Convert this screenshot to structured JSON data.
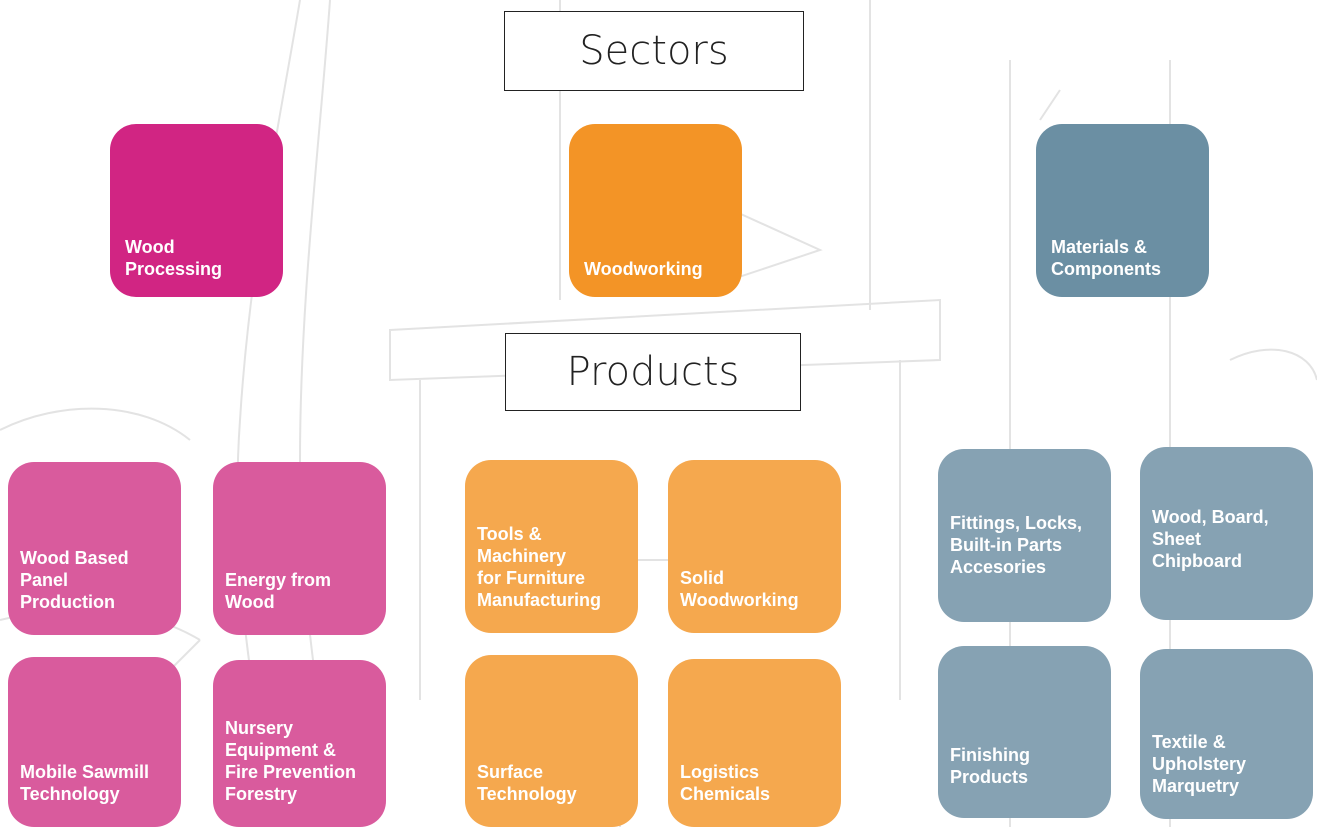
{
  "headings": {
    "sectors": "Sectors",
    "products": "Products"
  },
  "colors": {
    "wood_processing": "#d12583",
    "woodworking": "#f39426",
    "materials": "#6b8fa3",
    "wood_processing_light": "#d95b9d",
    "woodworking_light": "#f5a84e",
    "materials_light": "#86a2b3"
  },
  "sectors": [
    {
      "label": "Wood\nProcessing"
    },
    {
      "label": "Woodworking"
    },
    {
      "label": "Materials &\nComponents"
    }
  ],
  "products": {
    "wood_processing": [
      {
        "label": "Wood Based\nPanel\nProduction"
      },
      {
        "label": "Energy from\nWood"
      },
      {
        "label": "Mobile Sawmill\nTechnology"
      },
      {
        "label": "Nursery\nEquipment &\nFire Prevention\nForestry"
      }
    ],
    "woodworking": [
      {
        "label": "Tools &\nMachinery\nfor Furniture\nManufacturing"
      },
      {
        "label": "Solid\nWoodworking"
      },
      {
        "label": "Surface\nTechnology"
      },
      {
        "label": "Logistics\nChemicals"
      }
    ],
    "materials": [
      {
        "label": "Fittings, Locks,\nBuilt-in Parts\nAccesories"
      },
      {
        "label": "Wood, Board,\nSheet\nChipboard"
      },
      {
        "label": "Finishing\nProducts"
      },
      {
        "label": "Textile &\nUpholstery\nMarquetry"
      }
    ]
  }
}
